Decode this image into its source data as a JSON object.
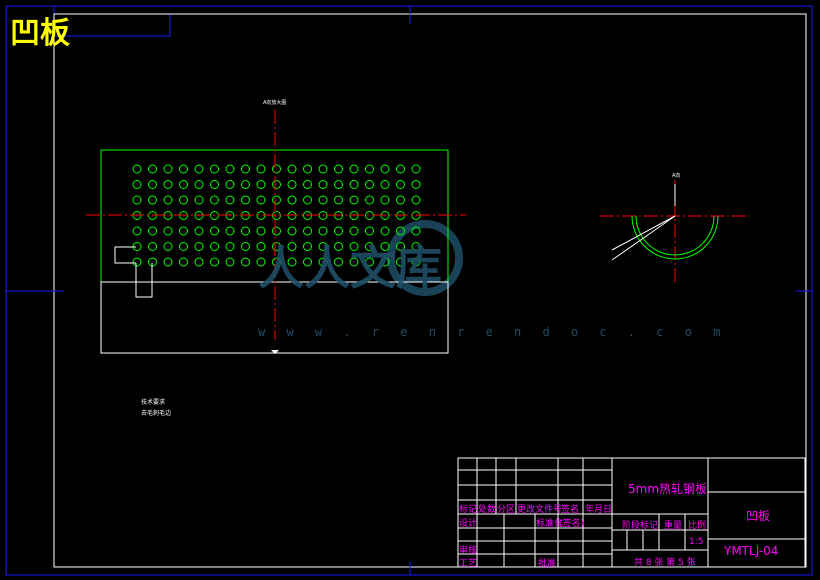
{
  "drawing": {
    "corner_title": "凹板",
    "colors": {
      "background": "#000000",
      "border": "#0000ff",
      "frame": "#ffffff",
      "part_outline": "#00ff00",
      "centerline": "#ff0000",
      "title_text": "#ff00ff",
      "corner_title": "#ffff00"
    },
    "front_view": {
      "hole_rows": 7,
      "hole_cols": 19,
      "top_label": "A向放大图",
      "notes": [
        "技术要求",
        "去毛刺毛边"
      ]
    },
    "side_view": {
      "label": "A向"
    }
  },
  "title_block": {
    "material": "5mm热轧钢板",
    "part_name": "凹板",
    "drawing_no": "YMTLJ-04",
    "scale": "1:5",
    "sheets": "共 8 张  第 5 张",
    "row_headers": [
      "标记",
      "处数",
      "分区",
      "更改文件号",
      "签名",
      "年月日"
    ],
    "design_label": "设计",
    "standardize_label": "标准化",
    "signature_label": "(签名)",
    "review_label": "审核",
    "process_label": "工艺",
    "approve_label": "批准",
    "stage_label": "阶段标记",
    "weight_label": "重量",
    "ratio_label": "比例"
  },
  "watermark": {
    "logo": "人人文库",
    "url": "w w w . r e n r e n d o c . c o m"
  }
}
